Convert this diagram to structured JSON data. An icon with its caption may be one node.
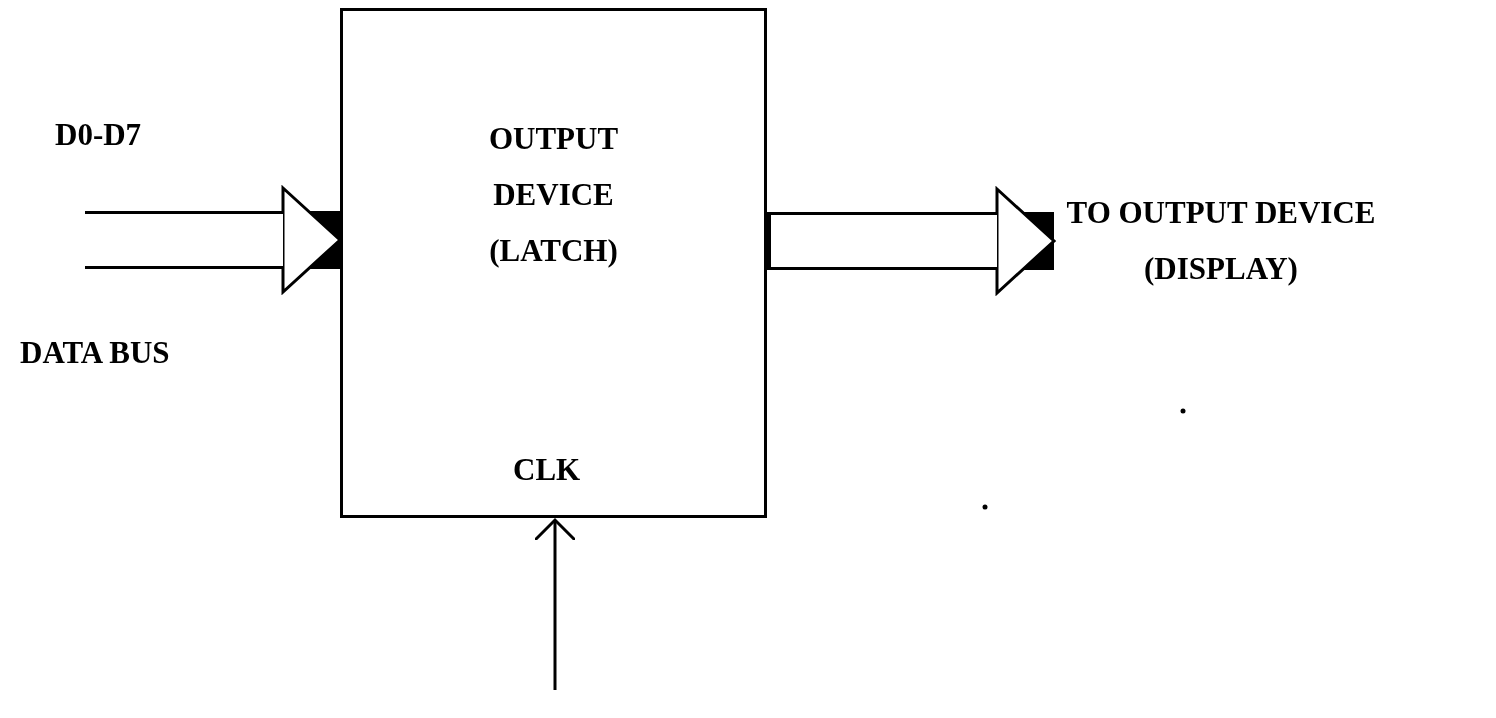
{
  "diagram": {
    "nodes": [
      {
        "text": [
          "OUTPUT DEVICE (LATCH)",
          "CLK"
        ]
      },
      {
        "text": [
          "TO OUTPUT DEVICE (DISPLAY)"
        ]
      }
    ],
    "edges": [
      {
        "from": null,
        "to": 0,
        "arrow": "to"
      },
      {
        "from": 0,
        "to": 1,
        "arrow": "to"
      },
      {
        "from": null,
        "to": 0,
        "arrow": "to"
      }
    ],
    "labels": [
      "D0-D7",
      "DATA BUS"
    ]
  }
}
